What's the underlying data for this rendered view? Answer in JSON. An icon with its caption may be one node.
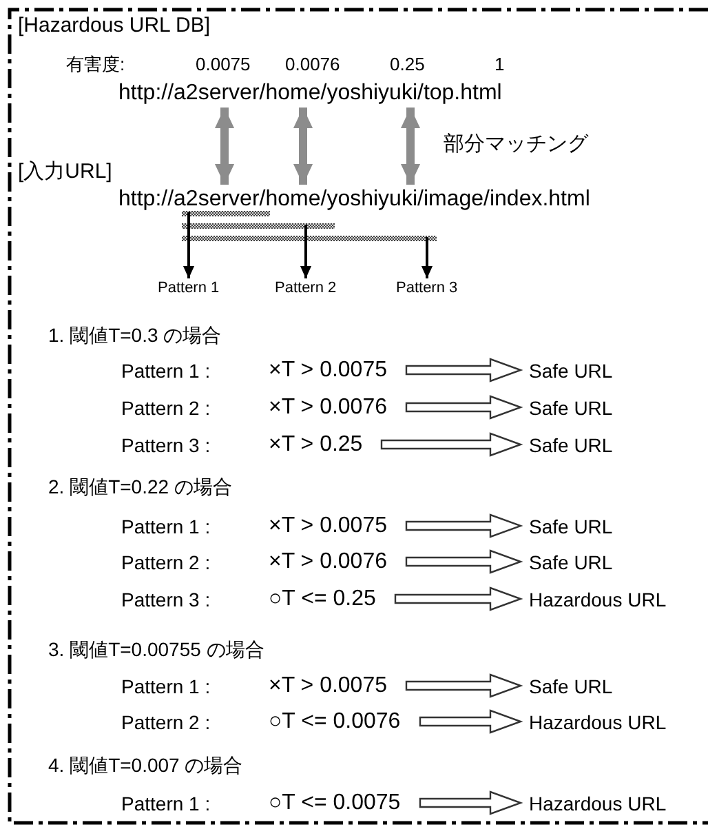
{
  "diagram": {
    "nodes": [
      {
        "text": [
          "http://a2server/home/yoshiyuki/top.html"
        ]
      },
      {
        "text": [
          "http://a2server/home/yoshiyuki/image/index.html"
        ]
      },
      {
        "text": [
          "Pattern 1"
        ]
      },
      {
        "text": [
          "Pattern 2"
        ]
      },
      {
        "text": [
          "Pattern 3"
        ]
      },
      {
        "text": [
          "×T > 0.0075"
        ]
      },
      {
        "text": [
          "Safe URL"
        ]
      },
      {
        "text": [
          "×T > 0.0076"
        ]
      },
      {
        "text": [
          "Safe URL"
        ]
      },
      {
        "text": [
          "×T > 0.25"
        ]
      },
      {
        "text": [
          "Safe URL"
        ]
      },
      {
        "text": [
          "×T > 0.0075"
        ]
      },
      {
        "text": [
          "Safe URL"
        ]
      },
      {
        "text": [
          "×T > 0.0076"
        ]
      },
      {
        "text": [
          "Safe URL"
        ]
      },
      {
        "text": [
          "○T <= 0.25"
        ]
      },
      {
        "text": [
          "Hazardous URL"
        ]
      },
      {
        "text": [
          "×T > 0.0075"
        ]
      },
      {
        "text": [
          "Safe URL"
        ]
      },
      {
        "text": [
          "○T <= 0.0076"
        ]
      },
      {
        "text": [
          "Hazardous URL"
        ]
      },
      {
        "text": [
          "○T <= 0.0075"
        ]
      },
      {
        "text": [
          "Hazardous URL"
        ]
      }
    ],
    "edges": [
      {
        "from": 0,
        "to": 1,
        "arrow": "both",
        "style": "thick",
        "color": "#8c8c8c"
      },
      {
        "from": 0,
        "to": 1,
        "arrow": "both",
        "style": "thick",
        "color": "#8c8c8c"
      },
      {
        "from": 0,
        "to": 1,
        "arrow": "both",
        "style": "thick",
        "color": "#8c8c8c"
      },
      {
        "from": 1,
        "to": 2,
        "arrow": "to",
        "color": "#000000"
      },
      {
        "from": 1,
        "to": 3,
        "arrow": "to",
        "color": "#000000"
      },
      {
        "from": 1,
        "to": 4,
        "arrow": "to",
        "color": "#000000"
      },
      {
        "from": 5,
        "to": 6,
        "arrow": "to"
      },
      {
        "from": 7,
        "to": 8,
        "arrow": "to"
      },
      {
        "from": 9,
        "to": 10,
        "arrow": "to"
      },
      {
        "from": 11,
        "to": 12,
        "arrow": "to"
      },
      {
        "from": 13,
        "to": 14,
        "arrow": "to"
      },
      {
        "from": 15,
        "to": 16,
        "arrow": "to"
      },
      {
        "from": 17,
        "to": 18,
        "arrow": "to"
      },
      {
        "from": 19,
        "to": 20,
        "arrow": "to"
      },
      {
        "from": 21,
        "to": 22,
        "arrow": "to"
      }
    ],
    "labels": [
      "[Hazardous URL DB]",
      "有害度:",
      "0.0075",
      "0.0076",
      "0.25",
      "1",
      "部分マッチング",
      "[入力URL]",
      "1. 閾値T=0.3 の場合",
      "Pattern 1 :",
      "Pattern 2 :",
      "Pattern 3 :",
      "2. 閾値T=0.22 の場合",
      "Pattern 1 :",
      "Pattern 2 :",
      "Pattern 3 :",
      "3. 閾値T=0.00755 の場合",
      "Pattern 1 :",
      "Pattern 2 :",
      "4. 閾値T=0.007 の場合",
      "Pattern 1 :"
    ]
  }
}
